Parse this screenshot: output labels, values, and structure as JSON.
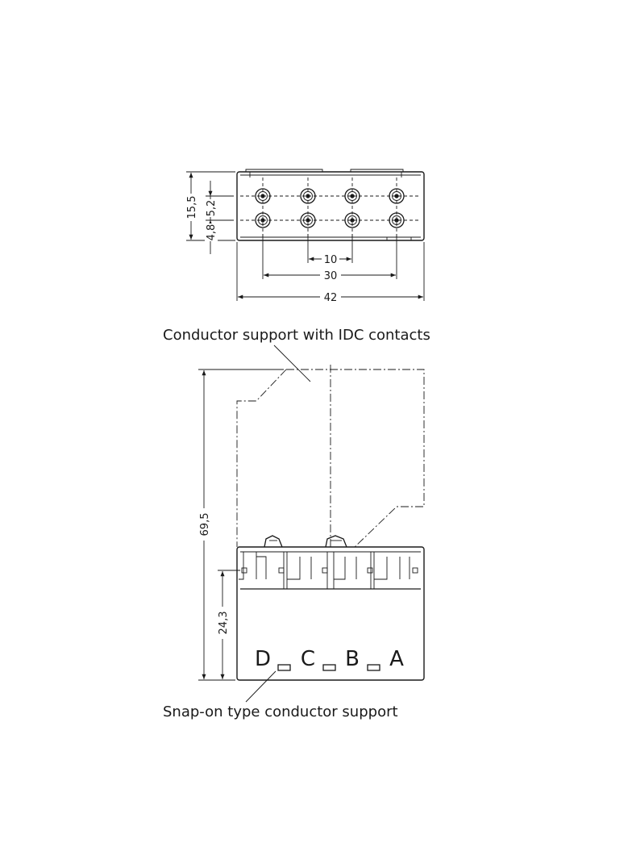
{
  "top_view": {
    "dimensions": {
      "height_total": "15,5",
      "row_pitch": "5,2",
      "row_offset": "4,8",
      "pitch": "10",
      "span": "30",
      "width": "42"
    }
  },
  "front_view": {
    "dimensions": {
      "height_total": "69,5",
      "height_base": "24,3"
    },
    "position_letters": [
      "D",
      "C",
      "B",
      "A"
    ]
  },
  "callouts": {
    "upper": "Conductor support with IDC contacts",
    "lower": "Snap-on type conductor support"
  }
}
